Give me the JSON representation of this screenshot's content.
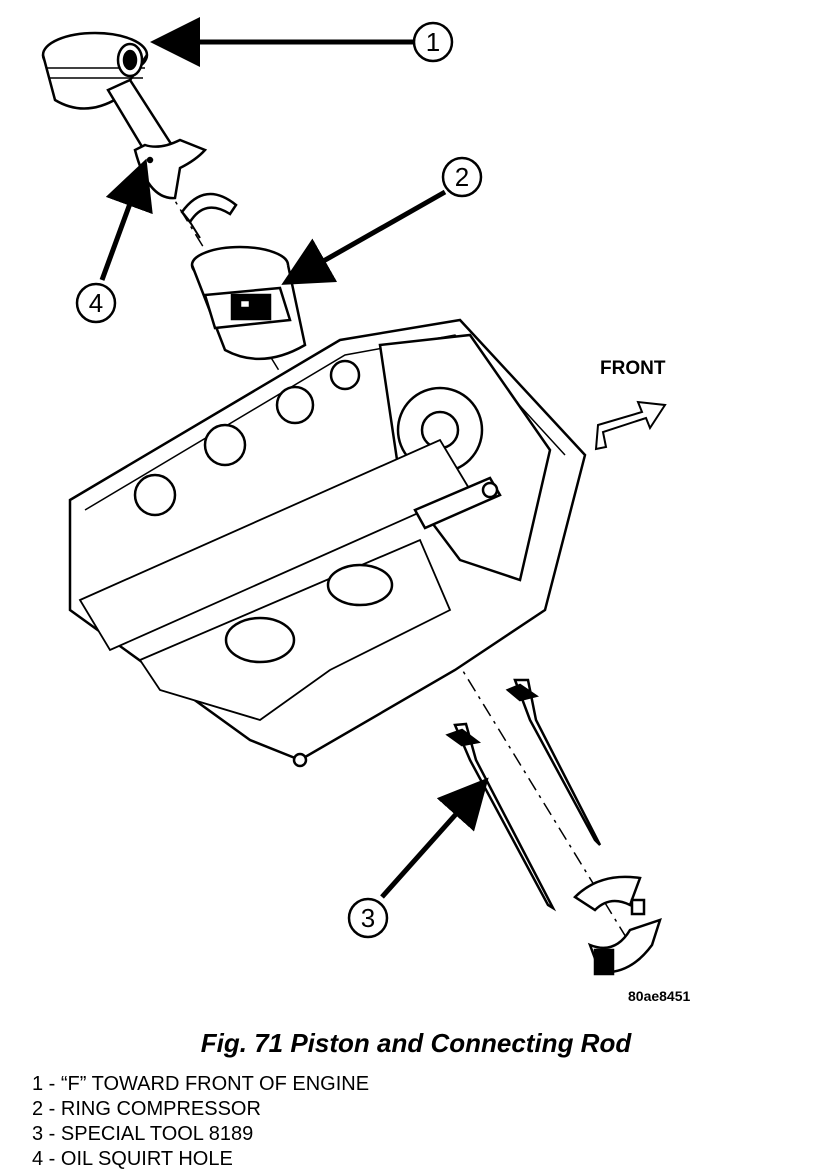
{
  "figure": {
    "id": "80ae8451",
    "caption": "Fig. 71 Piston and Connecting Rod",
    "direction_label": "FRONT"
  },
  "callouts": [
    {
      "number": "1"
    },
    {
      "number": "2"
    },
    {
      "number": "3"
    },
    {
      "number": "4"
    }
  ],
  "legend": [
    {
      "text": "1 - “F” TOWARD FRONT OF ENGINE"
    },
    {
      "text": "2 - RING COMPRESSOR"
    },
    {
      "text": "3 - SPECIAL TOOL 8189"
    },
    {
      "text": "4 - OIL SQUIRT HOLE"
    }
  ]
}
